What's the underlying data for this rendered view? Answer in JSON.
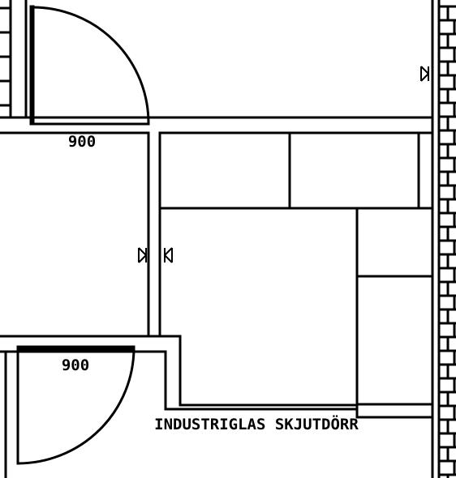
{
  "drawing": {
    "dimensions": {
      "top_door_width": "900",
      "bottom_door_width": "900"
    },
    "notes": {
      "sliding_door": "INDUSTRIGLAS SKJUTDÖRR"
    }
  }
}
